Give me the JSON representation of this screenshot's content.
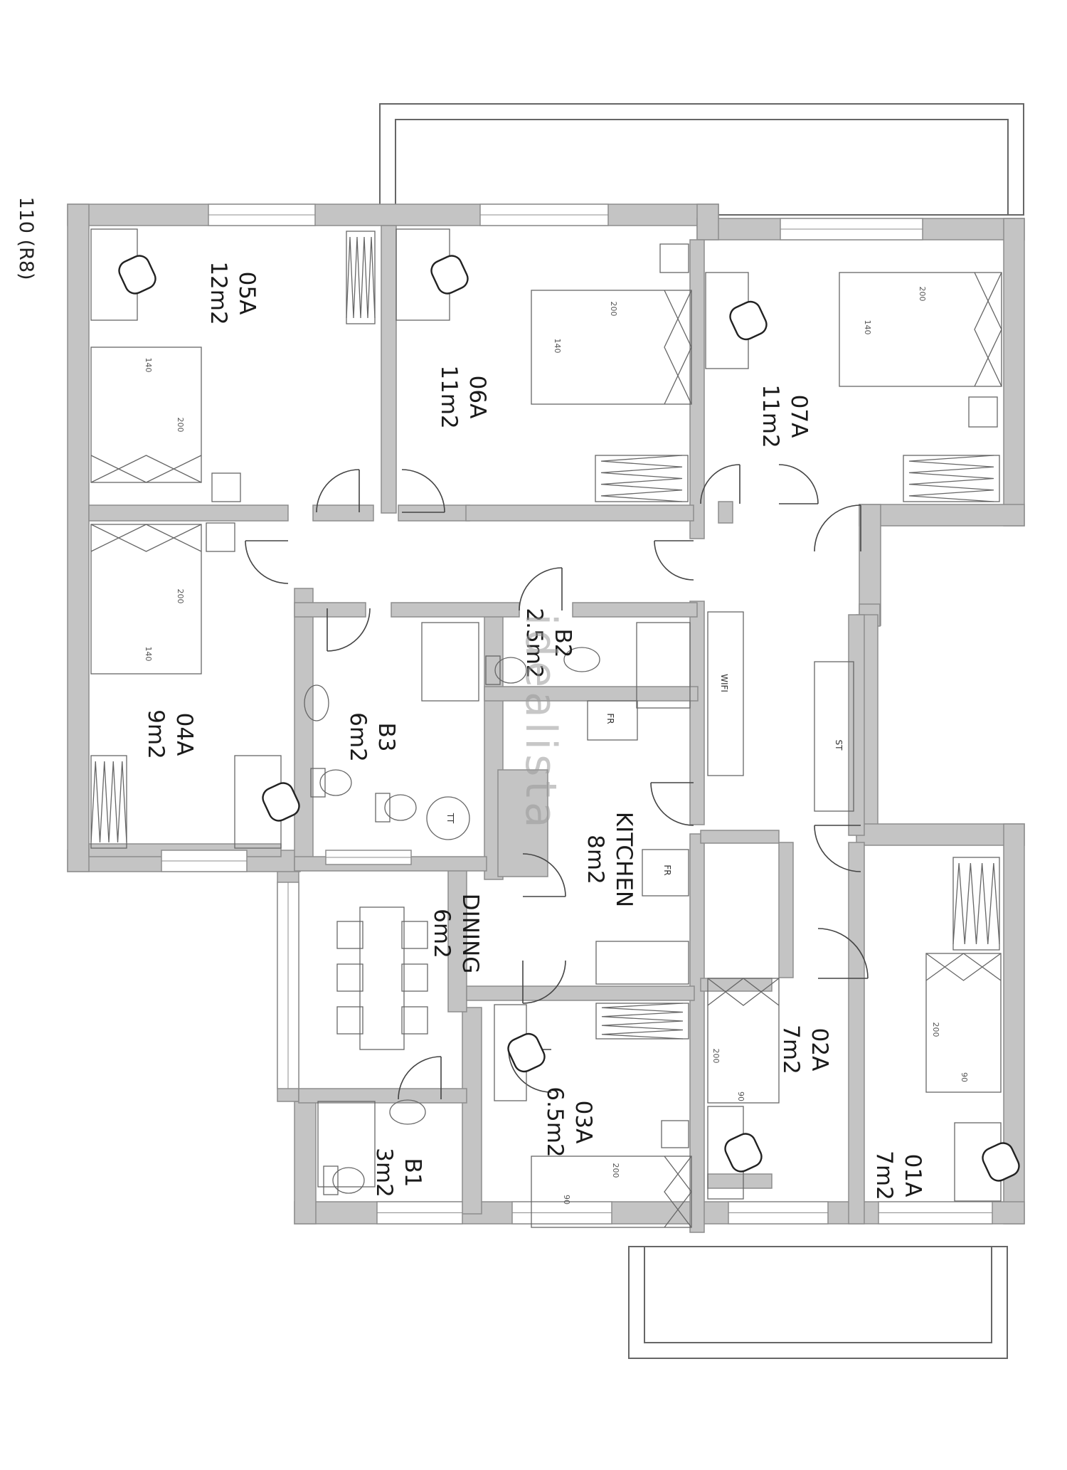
{
  "plan": {
    "code": "110 (R8)",
    "watermark": "idealista",
    "rooms": {
      "r05a": {
        "name": "05A",
        "area": "12m2"
      },
      "r06a": {
        "name": "06A",
        "area": "11m2"
      },
      "r07a": {
        "name": "07A",
        "area": "11m2"
      },
      "r04a": {
        "name": "04A",
        "area": "9m2"
      },
      "b3": {
        "name": "B3",
        "area": "6m2"
      },
      "b2": {
        "name": "B2",
        "area": "2.5m2"
      },
      "kitchen": {
        "name": "KITCHEN",
        "area": "8m2"
      },
      "dining": {
        "name": "DINING",
        "area": "6m2"
      },
      "r03a": {
        "name": "03A",
        "area": "6.5m2"
      },
      "b1": {
        "name": "B1",
        "area": "3m2"
      },
      "r02a": {
        "name": "02A",
        "area": "7m2"
      },
      "r01a": {
        "name": "01A",
        "area": "7m2"
      }
    },
    "dims": {
      "d140": "140",
      "d200": "200",
      "d90": "90"
    },
    "tags": {
      "wifi": "WIFI",
      "st": "ST",
      "fr": "FR",
      "tt": "TT"
    }
  }
}
